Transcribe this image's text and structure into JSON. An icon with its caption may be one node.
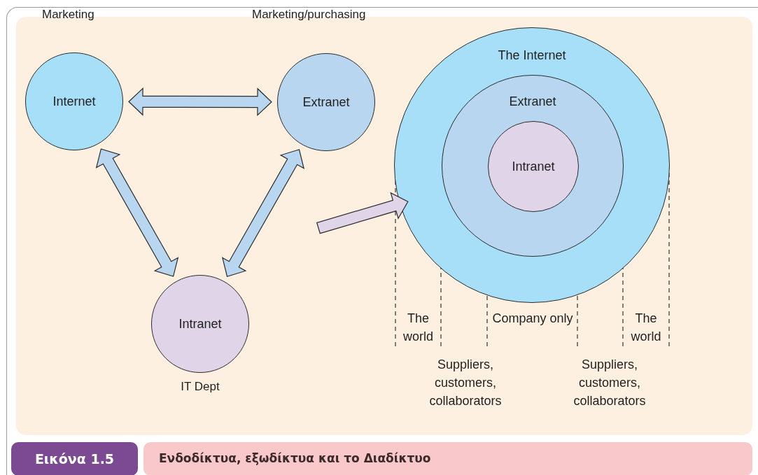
{
  "diagram": {
    "caption": "Ενδοδίκτυα, εξωδίκτυα και το Διαδίκτυο",
    "nodes": [
      {
        "text": [
          "Internet"
        ],
        "beside": [
          "Marketing"
        ]
      },
      {
        "text": [
          "Extranet"
        ],
        "beside": [
          "Marketing/purchasing"
        ]
      },
      {
        "text": [
          "Intranet"
        ],
        "beside": [
          "IT Dept"
        ]
      },
      {
        "text": [
          "The Internet"
        ]
      },
      {
        "text": [
          "Extranet"
        ],
        "in": 3
      },
      {
        "text": [
          "Intranet"
        ],
        "in": 4
      }
    ],
    "edges": [
      {
        "from": 0,
        "to": 1,
        "arrow": "both"
      },
      {
        "from": 0,
        "to": 2,
        "arrow": "both"
      },
      {
        "from": 1,
        "to": 2,
        "arrow": "both"
      },
      {
        "from": null,
        "to": 3,
        "arrow": "to",
        "color": "#e0d4e8"
      }
    ],
    "labels": [
      "The world",
      "Company only",
      "The world",
      "Suppliers, customers, collaborators",
      "Suppliers, customers, collaborators",
      "Εικόνα 1.5"
    ]
  }
}
